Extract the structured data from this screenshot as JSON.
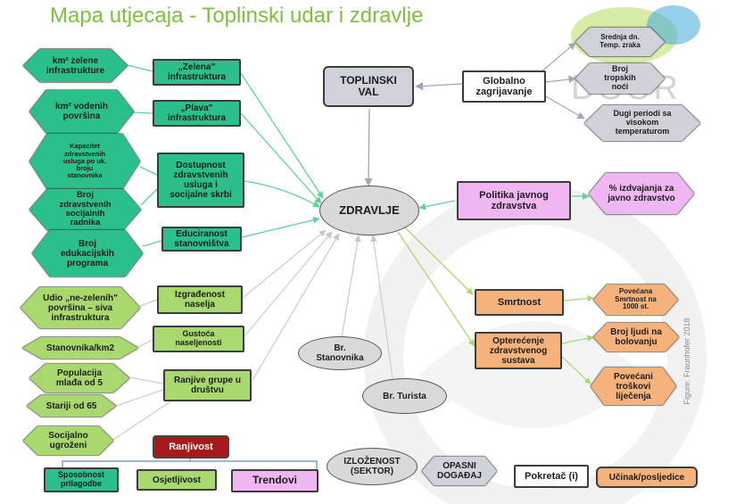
{
  "title": "Mapa utjecaja - Toplinski udar i zdravlje",
  "watermark": "DOOR",
  "credit": "Figure: Fraunhofer 2018",
  "colors": {
    "title": "#7fbf3f",
    "dark_green": "#2bbf8a",
    "light_green": "#a8d86e",
    "purple": "#f0b6f2",
    "orange": "#f5b27a",
    "gray": "#cfd2d8",
    "ellipse": "#d9d9d9",
    "edge_green": "#5fd19a",
    "edge_gray": "#cfcfcf",
    "edge_light_green": "#a8d86e",
    "edge_blue": "#a0a6b8"
  },
  "nodes": {
    "toplinski_val": "TOPLINSKI\nVAL",
    "globalno": "Globalno\nzagrijavanje",
    "srednja": "Srednja dn.\nTemp. zraka",
    "broj_tropskih": "Broj\ntropskih\nnoći",
    "dugi_periodi": "Dugi periodi sa\nvisokom\ntemperaturom",
    "zdravlje": "ZDRAVLJE",
    "politika": "Politika javnog\nzdravstva",
    "izdvajanja": "% izdvajanja za\njavno zdravstvo",
    "smrtnost": "Smrtnost",
    "povecana_smrtnost": "Povećana\nSmrtnost na\n1000 st.",
    "opterecenje": "Opterećenje\nzdravstvenog\nsustava",
    "broj_ljudi": "Broj ljudi na\nbolovanju",
    "povecani_troskovi": "Povećani\ntroškovi\nliječenja",
    "km2_zelene": "km² zelene\ninfrastrukture",
    "zelena": "„Zelena\"\ninfrastruktura",
    "km2_vodenih": "km² vodenih\npovršina",
    "plava": "„Plava\"\ninfrastruktura",
    "kapacitet": "Kapacitet\nzdravstvenih\nusluga po uk.\nbroju\nstanovnika",
    "dostupnost": "Dostupnost\nzdravstvenih\nusluga i\nsocijalne skrbi",
    "broj_radnika": "Broj\nzdravstvenih\nsocijalnih\nradnika",
    "broj_programa": "Broj\nedukacijskih\nprograma",
    "educiranost": "Educiranost\nstanovništva",
    "udio": "Udio „ne-zelenih\"\npovršina – siva\ninfrastruktura",
    "izgradenost": "Izgrađenost\nnaselja",
    "gustoca": "Gustoća\nnaseljenosti",
    "stanovnika_km2": "Stanovnika/km2",
    "populacija": "Populacija\nmlađa od 5",
    "stariji": "Stariji od 65",
    "ranjive": "Ranjive grupe u\ndruštvu",
    "socijalno": "Socijalno\nugroženi",
    "br_stanovnika": "Br.\nStanovnika",
    "br_turista": "Br. Turista"
  },
  "legend": {
    "ranjivost": "Ranjivost",
    "sposobnost": "Sposobnost\nprilagodbe",
    "osjetljivost": "Osjetljivost",
    "trendovi": "Trendovi",
    "izlozenost": "IZLOŽENOST\n(SEKTOR)",
    "opasni": "OPASNI\nDOGAĐAJ",
    "pokretac": "Pokretač (i)",
    "ucinak": "Učinak/posljedice"
  }
}
